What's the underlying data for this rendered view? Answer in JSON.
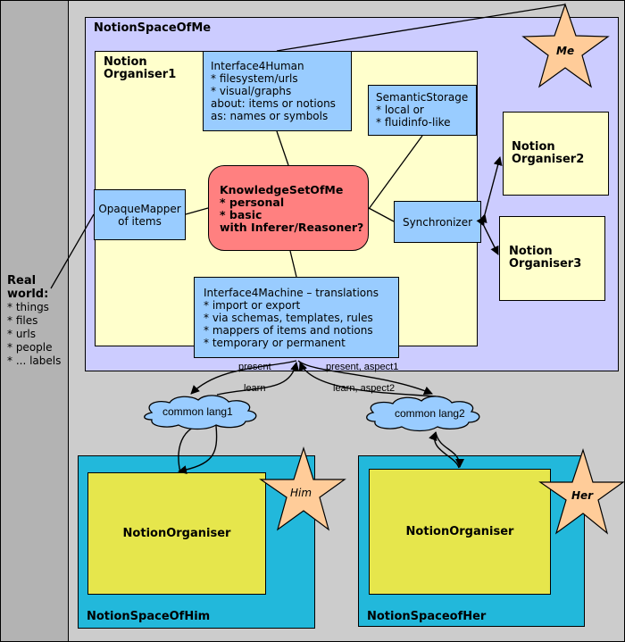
{
  "real_world": {
    "title_line1": "Real",
    "title_line2": "world:",
    "items": [
      "* things",
      "* files",
      "* urls",
      "* people",
      "* ... labels"
    ]
  },
  "notion_space_me": {
    "title": "NotionSpaceOfMe",
    "star_label": "Me",
    "organiser1": {
      "line1": "Notion",
      "line2": "Organiser1"
    },
    "interface4human": {
      "lines": [
        "Interface4Human",
        "* filesystem/urls",
        "* visual/graphs",
        "about: items or notions",
        "as: names or symbols"
      ]
    },
    "semantic_storage": {
      "lines": [
        "SemanticStorage",
        "* local or",
        "* fluidinfo-like"
      ]
    },
    "opaque_mapper": {
      "lines": [
        "OpaqueMapper",
        "of items"
      ]
    },
    "knowledge_set": {
      "lines": [
        "KnowledgeSetOfMe",
        "* personal",
        "* basic",
        "with Inferer/Reasoner?"
      ]
    },
    "synchronizer": {
      "label": "Synchronizer"
    },
    "interface4machine": {
      "lines": [
        "Interface4Machine – translations",
        "* import or export",
        "* via schemas, templates, rules",
        "* mappers of items and notions",
        "* temporary or permanent"
      ]
    },
    "organiser2": {
      "line1": "Notion",
      "line2": "Organiser2"
    },
    "organiser3": {
      "line1": "Notion",
      "line2": "Organiser3"
    }
  },
  "connections": {
    "present": "present",
    "learn": "learn",
    "present_aspect1": "present, aspect1",
    "learn_aspect2": "learn, aspect2"
  },
  "clouds": {
    "lang1": "common lang1",
    "lang2": "common lang2"
  },
  "notion_space_him": {
    "title": "NotionSpaceOfHim",
    "organiser": "NotionOrganiser",
    "star_label": "Him"
  },
  "notion_space_her": {
    "title": "NotionSpaceofHer",
    "organiser": "NotionOrganiser",
    "star_label": "Her"
  },
  "colors": {
    "real_world_bg": "#b3b3b3",
    "canvas_bg": "#cccccc",
    "space_me_bg": "#ccccff",
    "organiser_bg": "#ffffcc",
    "component_bg": "#99ccff",
    "knowledge_bg": "#ff8080",
    "other_space_bg": "#22b8db",
    "other_organiser_bg": "#e6e64c",
    "star_fill": "#ffcc99"
  }
}
